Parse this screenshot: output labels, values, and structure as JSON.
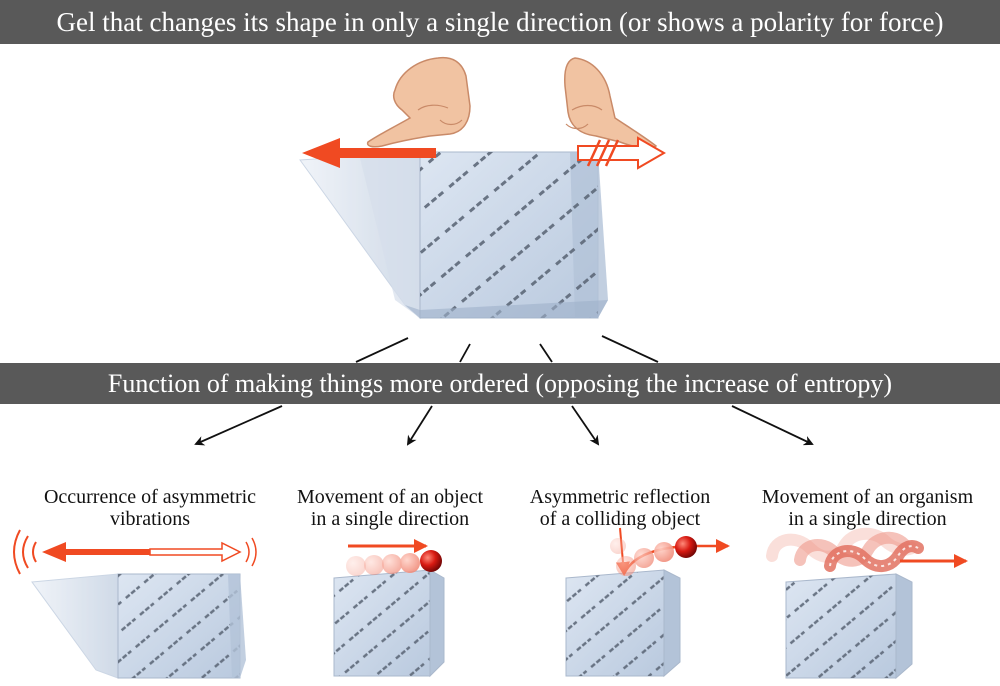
{
  "header": {
    "title": "Gel that changes its shape in only a single direction (or shows a polarity for force)"
  },
  "middle": {
    "title": "Function of making things more ordered (opposing the increase of entropy)"
  },
  "functions": [
    {
      "line1": "Occurrence of asymmetric",
      "line2": "vibrations"
    },
    {
      "line1": "Movement of an object",
      "line2": "in a single direction"
    },
    {
      "line1": "Asymmetric reflection",
      "line2": "of a colliding object"
    },
    {
      "line1": "Movement of an organism",
      "line2": "in a single direction"
    }
  ],
  "icons": {
    "left_hand": "pointing-hand-icon",
    "right_hand": "pointing-hand-icon",
    "push_arrow": "red-arrow-left-icon",
    "blocked_arrow": "blocked-arrow-right-icon",
    "vibration": "vibration-waves-icon",
    "ball": "red-ball-icon",
    "worm": "organism-icon"
  },
  "colors": {
    "banner": "#595959",
    "arrow_red": "#f04a22",
    "gel_face": "#c9d6e8",
    "gel_side": "#aebfd6",
    "ball": "#c8100e"
  }
}
